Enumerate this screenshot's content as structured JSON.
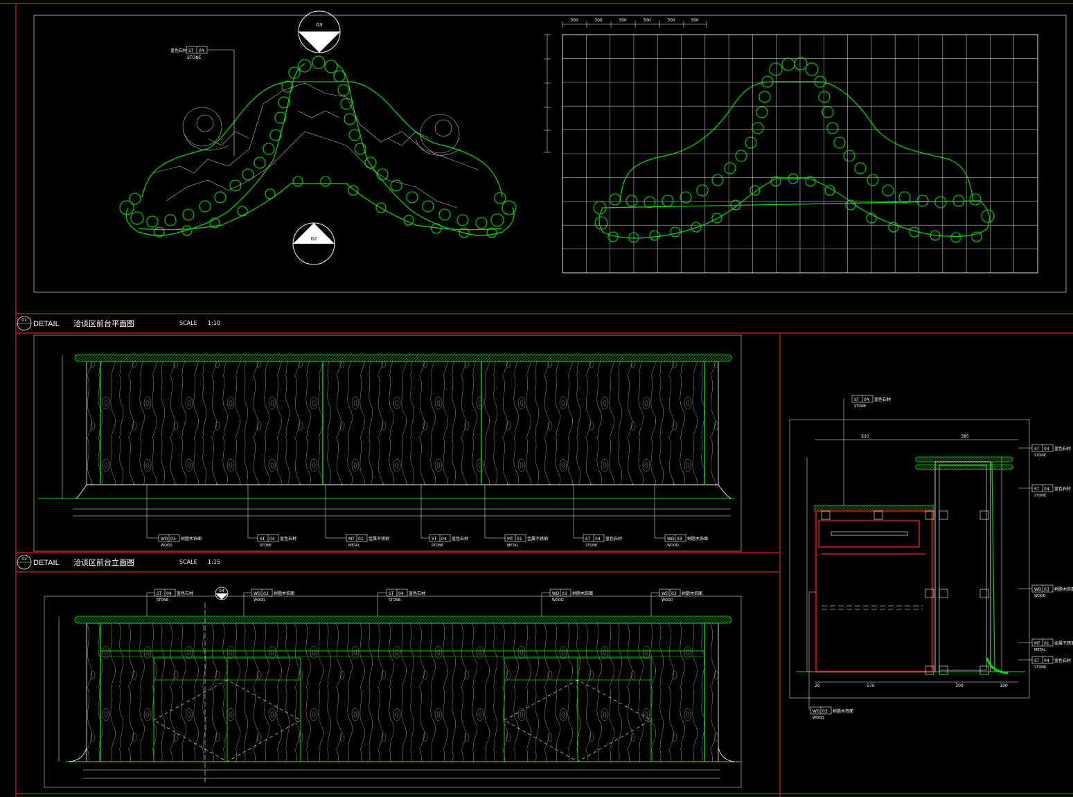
{
  "colors": {
    "frame": "#d2202a",
    "outline": "#00e000",
    "line": "#ffffff",
    "grid": "#bfbfbf",
    "cabinet": "#8b1a1a"
  },
  "section_tags": {
    "plan_top_arrow": "03",
    "plan_bottom_arrow": "02",
    "elev_cut": "04"
  },
  "titles": [
    {
      "id": "01",
      "detail": "DETAIL",
      "name": "洽谈区前台平面图",
      "scale_label": "SCALE",
      "scale": "1:10"
    },
    {
      "id": "02",
      "detail": "DETAIL",
      "name": "洽谈区前台立面图",
      "scale_label": "SCALE",
      "scale": "1:15"
    }
  ],
  "grid_dims": [
    "300",
    "300",
    "300",
    "300",
    "300",
    "300"
  ],
  "material_tags": {
    "plan_stone": {
      "code": "ST",
      "num": "04",
      "name": "蓝色石材",
      "sub": "STONE"
    },
    "plan_row": [
      {
        "code": "WD",
        "num": "03",
        "name": "树脂木饰面",
        "sub": "WOOD"
      },
      {
        "code": "ST",
        "num": "04",
        "name": "蓝色石材",
        "sub": "STONE"
      },
      {
        "code": "MT",
        "num": "01",
        "name": "金属不锈钢",
        "sub": "METAL"
      },
      {
        "code": "ST",
        "num": "04",
        "name": "蓝色石材",
        "sub": "STONE"
      },
      {
        "code": "MT",
        "num": "01",
        "name": "金属不锈钢",
        "sub": "METAL"
      },
      {
        "code": "ST",
        "num": "04",
        "name": "蓝色石材",
        "sub": "STONE"
      },
      {
        "code": "WD",
        "num": "03",
        "name": "树脂木饰面",
        "sub": "WOOD"
      }
    ],
    "elev_row": [
      {
        "code": "ST",
        "num": "04",
        "name": "蓝色石材",
        "sub": "STONE"
      },
      {
        "code": "WD",
        "num": "03",
        "name": "树脂木饰面",
        "sub": "WOOD"
      },
      {
        "code": "ST",
        "num": "04",
        "name": "蓝色石材",
        "sub": "STONE"
      },
      {
        "code": "WD",
        "num": "03",
        "name": "树脂木饰面",
        "sub": "WOOD"
      },
      {
        "code": "WD",
        "num": "03",
        "name": "树脂木饰面",
        "sub": "WOOD"
      }
    ],
    "section": [
      {
        "code": "ST",
        "num": "04",
        "name": "蓝色石材",
        "sub": "STONE"
      },
      {
        "code": "ST",
        "num": "04",
        "name": "蓝色石材",
        "sub": "STONE"
      },
      {
        "code": "WD",
        "num": "03",
        "name": "树脂木饰面",
        "sub": "WOOD"
      },
      {
        "code": "MT",
        "num": "01",
        "name": "金属不锈钢",
        "sub": "METAL"
      },
      {
        "code": "ST",
        "num": "04",
        "name": "蓝色石材",
        "sub": "STONE"
      },
      {
        "code": "WD",
        "num": "03",
        "name": "树脂木饰面",
        "sub": "WOOD"
      }
    ],
    "section_top": {
      "code": "ST",
      "num": "04",
      "name": "蓝色石材",
      "sub": "STONE"
    }
  },
  "section_dims": {
    "top_left": "510",
    "top_right": "385",
    "bottom": [
      "20",
      "570",
      "300",
      "100"
    ]
  }
}
